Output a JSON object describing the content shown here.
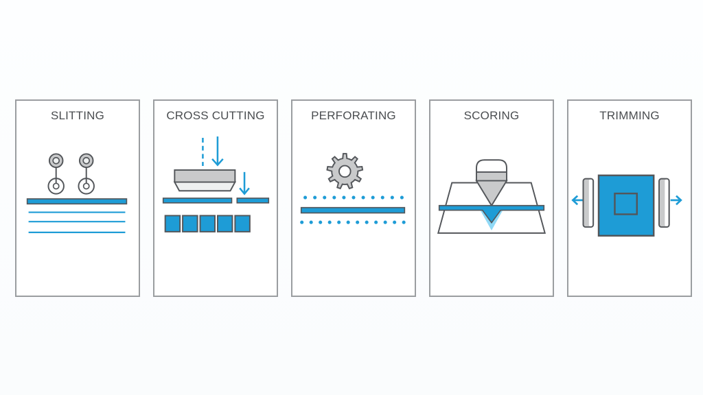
{
  "colors": {
    "blue": "#1e9cd6",
    "light_blue": "#90d9f6",
    "gray_fill": "#c9cacb",
    "light_gray_fill": "#eef0f0",
    "ink": "#53565a",
    "title_text": "#4a4d50",
    "card_border": "#9a9da0",
    "card_bg": "#ffffff",
    "page_bg": "#fafcfd"
  },
  "panels": [
    {
      "title": "SLITTING",
      "icon": "slitting-rollers-icon"
    },
    {
      "title": "CROSS CUTTING",
      "icon": "guillotine-blade-icon"
    },
    {
      "title": "PERFORATING",
      "icon": "perforating-wheel-icon"
    },
    {
      "title": "SCORING",
      "icon": "scoring-tool-icon"
    },
    {
      "title": "TRIMMING",
      "icon": "edge-trim-blades-icon"
    }
  ]
}
